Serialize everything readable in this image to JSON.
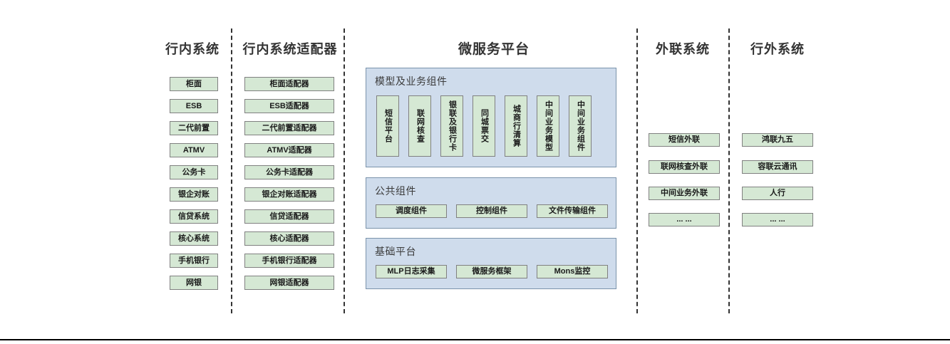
{
  "diagram": {
    "title_bar": null,
    "columns": [
      {
        "id": "inbank",
        "title": "行内系统",
        "items": [
          {
            "label": "柜面"
          },
          {
            "label": "ESB"
          },
          {
            "label": "二代前置"
          },
          {
            "label": "ATMV"
          },
          {
            "label": "公务卡"
          },
          {
            "label": "银企对账"
          },
          {
            "label": "信贷系统"
          },
          {
            "label": "核心系统"
          },
          {
            "label": "手机银行"
          },
          {
            "label": "网银"
          }
        ]
      },
      {
        "id": "inbank-adapter",
        "title": "行内系统适配器",
        "items": [
          {
            "label": "柜面适配器"
          },
          {
            "label": "ESB适配器"
          },
          {
            "label": "二代前置适配器"
          },
          {
            "label": "ATMV适配器"
          },
          {
            "label": "公务卡适配器"
          },
          {
            "label": "银企对账适配器"
          },
          {
            "label": "信贷适配器"
          },
          {
            "label": "核心适配器"
          },
          {
            "label": "手机银行适配器"
          },
          {
            "label": "网银适配器"
          }
        ]
      },
      {
        "id": "microservice-platform",
        "title": "微服务平台",
        "panels": [
          {
            "id": "model-business-components",
            "title": "模型及业务组件",
            "orientation": "vertical",
            "items": [
              {
                "label": "短信平台"
              },
              {
                "label": "联网核查"
              },
              {
                "label": "银联及银行卡"
              },
              {
                "label": "同城票交"
              },
              {
                "label": "城商行清算"
              },
              {
                "label": "中间业务模型"
              },
              {
                "label": "中间业务组件"
              }
            ]
          },
          {
            "id": "public-components",
            "title": "公共组件",
            "orientation": "horizontal",
            "items": [
              {
                "label": "调度组件"
              },
              {
                "label": "控制组件"
              },
              {
                "label": "文件传输组件"
              }
            ]
          },
          {
            "id": "base-platform",
            "title": "基础平台",
            "orientation": "horizontal",
            "items": [
              {
                "label": "MLP日志采集"
              },
              {
                "label": "微服务框架"
              },
              {
                "label": "Mons监控"
              }
            ]
          }
        ]
      },
      {
        "id": "external-link",
        "title": "外联系统",
        "items": [
          {
            "label": "短信外联"
          },
          {
            "label": "联网核查外联"
          },
          {
            "label": "中间业务外联"
          },
          {
            "label": "... ..."
          }
        ]
      },
      {
        "id": "outbank",
        "title": "行外系统",
        "items": [
          {
            "label": "鸿联九五"
          },
          {
            "label": "容联云通讯"
          },
          {
            "label": "人行"
          },
          {
            "label": "... ..."
          }
        ]
      }
    ],
    "colors": {
      "green_fill": "#d5e8d4",
      "green_border": "#808080",
      "blue_fill": "#cfdcec",
      "blue_border": "#7a93ab",
      "title_text": "#333333",
      "divider": "#333333",
      "background": "#ffffff"
    }
  }
}
